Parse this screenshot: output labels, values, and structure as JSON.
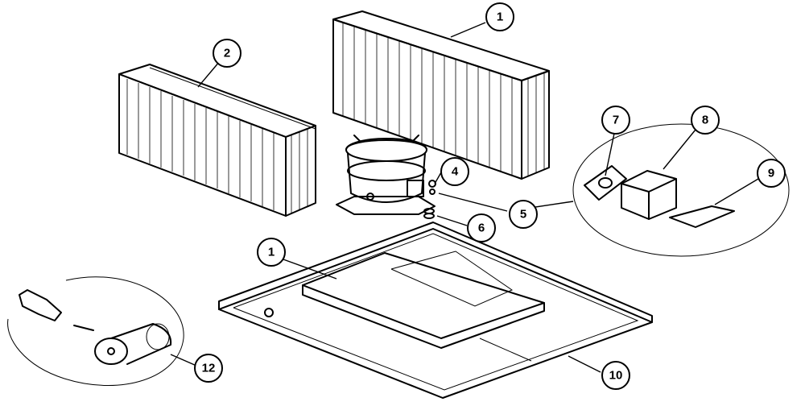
{
  "callouts": [
    {
      "id": "c1a",
      "label": "1"
    },
    {
      "id": "c2",
      "label": "2"
    },
    {
      "id": "c7",
      "label": "7"
    },
    {
      "id": "c8",
      "label": "8"
    },
    {
      "id": "c9",
      "label": "9"
    },
    {
      "id": "c4",
      "label": "4"
    },
    {
      "id": "c5",
      "label": "5"
    },
    {
      "id": "c6",
      "label": "6"
    },
    {
      "id": "c1b",
      "label": "1"
    },
    {
      "id": "c12",
      "label": "12"
    },
    {
      "id": "c10",
      "label": "10"
    }
  ]
}
